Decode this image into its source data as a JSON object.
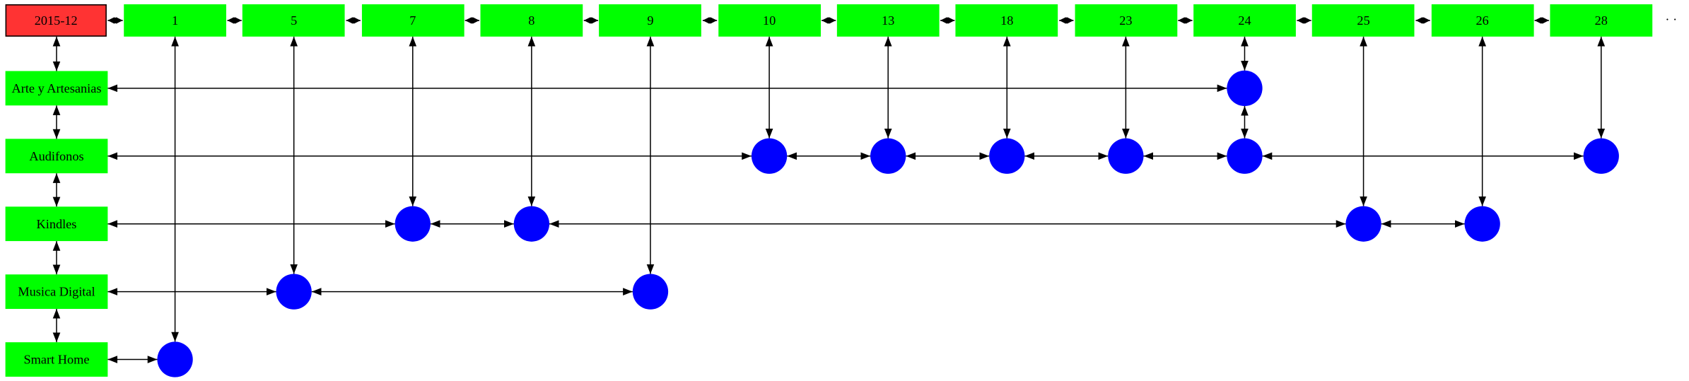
{
  "diagram": {
    "month_label": "2015-12",
    "days": [
      "1",
      "5",
      "7",
      "8",
      "9",
      "10",
      "13",
      "18",
      "23",
      "24",
      "25",
      "26",
      "28"
    ],
    "ellipsis": "· ·",
    "categories": [
      "Arte y Artesanias",
      "Audifonos",
      "Kindles",
      "Musica Digital",
      "Smart Home"
    ],
    "events": [
      {
        "day": "1",
        "category": "Smart Home"
      },
      {
        "day": "5",
        "category": "Musica Digital"
      },
      {
        "day": "7",
        "category": "Kindles"
      },
      {
        "day": "8",
        "category": "Kindles"
      },
      {
        "day": "9",
        "category": "Musica Digital"
      },
      {
        "day": "10",
        "category": "Audifonos"
      },
      {
        "day": "13",
        "category": "Audifonos"
      },
      {
        "day": "18",
        "category": "Audifonos"
      },
      {
        "day": "23",
        "category": "Audifonos"
      },
      {
        "day": "24",
        "category": "Arte y Artesanias"
      },
      {
        "day": "24",
        "category": "Audifonos"
      },
      {
        "day": "25",
        "category": "Kindles"
      },
      {
        "day": "26",
        "category": "Kindles"
      },
      {
        "day": "28",
        "category": "Audifonos"
      }
    ],
    "colors": {
      "month_box": "#ff3333",
      "day_box": "#00ff00",
      "category_box": "#00ff00",
      "event_node": "#0000ff",
      "edge": "#000000"
    }
  }
}
